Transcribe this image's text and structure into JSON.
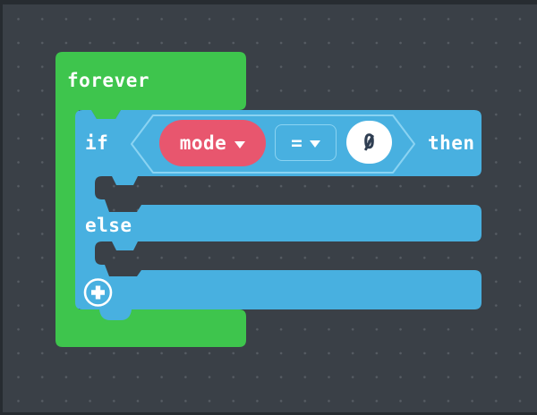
{
  "workspace": {
    "background_color": "#3A4047",
    "grid_dot_color": "#575D64",
    "edge_color": "#272C31"
  },
  "forever_block": {
    "label": "forever",
    "color": "#3EC54D"
  },
  "if_block": {
    "color": "#48B0E0",
    "slot_outline_color": "#8AD3F2",
    "if_label": "if",
    "then_label": "then",
    "else_label": "else",
    "condition": {
      "variable": {
        "label": "mode",
        "color": "#E8566E"
      },
      "operator": {
        "label": "="
      },
      "value": {
        "text": "0",
        "text_color": "#2F3E52"
      }
    }
  }
}
